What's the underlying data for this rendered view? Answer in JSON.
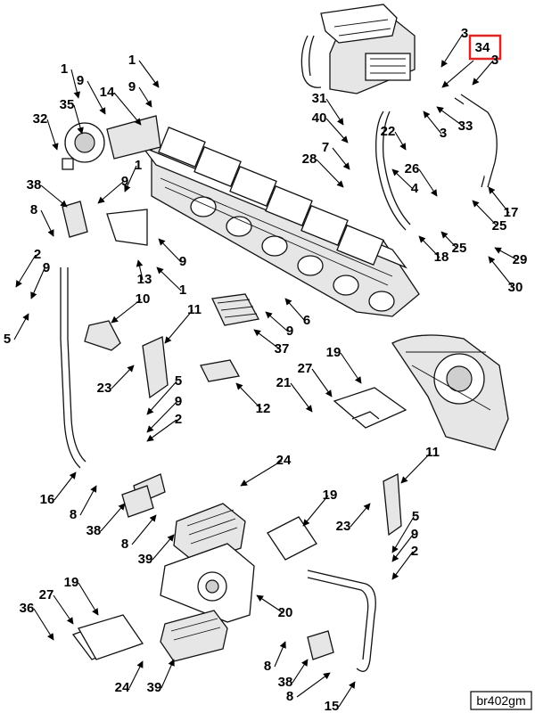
{
  "diagram": {
    "drawing_code": "br402gm",
    "highlighted_callout": "34",
    "highlight_color": "#e02424",
    "callouts": [
      "1",
      "9",
      "14",
      "35",
      "32",
      "1",
      "9",
      "38",
      "9",
      "1",
      "8",
      "13",
      "9",
      "1",
      "2",
      "9",
      "5",
      "10",
      "11",
      "23",
      "5",
      "9",
      "2",
      "16",
      "8",
      "38",
      "8",
      "39",
      "24",
      "19",
      "23",
      "11",
      "5",
      "9",
      "2",
      "27",
      "19",
      "36",
      "24",
      "39",
      "20",
      "8",
      "38",
      "8",
      "15",
      "21",
      "27",
      "19",
      "12",
      "6",
      "9",
      "37",
      "3",
      "34",
      "3",
      "31",
      "40",
      "33",
      "3",
      "22",
      "7",
      "28",
      "26",
      "4",
      "17",
      "25",
      "18",
      "25",
      "29",
      "30"
    ]
  }
}
